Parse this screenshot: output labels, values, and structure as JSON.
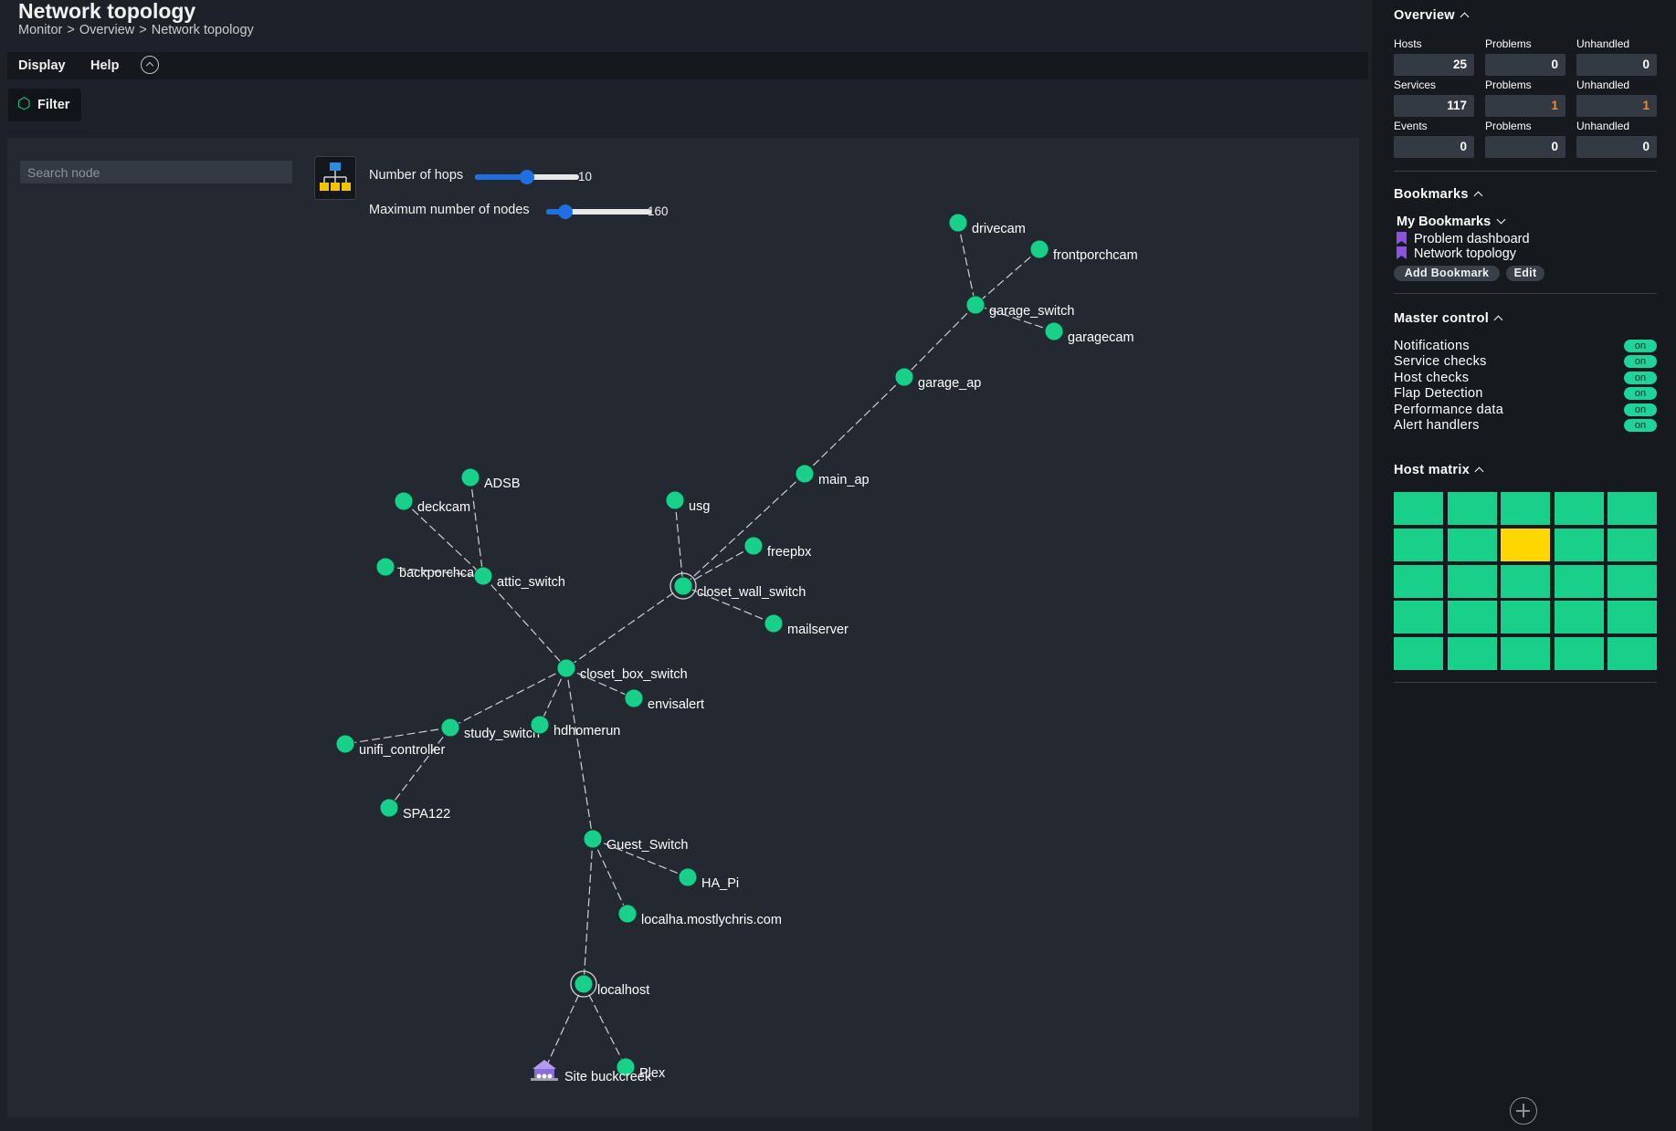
{
  "page": {
    "title": "Network topology",
    "breadcrumb": [
      "Monitor",
      "Overview",
      "Network topology"
    ],
    "breadcrumb_sep": ">"
  },
  "menubar": {
    "display_label": "Display",
    "help_label": "Help"
  },
  "filter": {
    "label": "Filter"
  },
  "topology": {
    "search_placeholder": "Search node",
    "hops_label": "Number of hops",
    "hops_value": "10",
    "hops_fraction": 0.5,
    "max_nodes_label": "Maximum number of nodes",
    "max_nodes_value": "160",
    "max_nodes_fraction": 0.18,
    "node_color": "#19d08a",
    "edge_color": "#d0d0d0",
    "nodes": [
      {
        "id": "drivecam",
        "label": "drivecam"
      },
      {
        "id": "frontporchcam",
        "label": "frontporchcam"
      },
      {
        "id": "garage_switch",
        "label": "garage_switch"
      },
      {
        "id": "garagecam",
        "label": "garagecam"
      },
      {
        "id": "garage_ap",
        "label": "garage_ap"
      },
      {
        "id": "main_ap",
        "label": "main_ap"
      },
      {
        "id": "ADSB",
        "label": "ADSB"
      },
      {
        "id": "deckcam",
        "label": "deckcam"
      },
      {
        "id": "usg",
        "label": "usg"
      },
      {
        "id": "freepbx",
        "label": "freepbx"
      },
      {
        "id": "backporchcam",
        "label": "backporchcam"
      },
      {
        "id": "attic_switch",
        "label": "attic_switch"
      },
      {
        "id": "closet_wall_switch",
        "label": "closet_wall_switch",
        "ring": true
      },
      {
        "id": "mailserver",
        "label": "mailserver"
      },
      {
        "id": "closet_box_switch",
        "label": "closet_box_switch"
      },
      {
        "id": "envisalert",
        "label": "envisalert"
      },
      {
        "id": "study_switch",
        "label": "study_switch"
      },
      {
        "id": "hdhomerun",
        "label": "hdhomerun"
      },
      {
        "id": "unifi_controller",
        "label": "unifi_controller"
      },
      {
        "id": "SPA122",
        "label": "SPA122"
      },
      {
        "id": "Guest_Switch",
        "label": "Guest_Switch"
      },
      {
        "id": "HA_Pi",
        "label": "HA_Pi"
      },
      {
        "id": "localha",
        "label": "localha.mostlychris.com"
      },
      {
        "id": "localhost",
        "label": "localhost",
        "ring": true
      },
      {
        "id": "Plex",
        "label": "Plex"
      },
      {
        "id": "site",
        "label": "Site buckcreek",
        "type": "site-icon"
      }
    ],
    "edges": [
      [
        "drivecam",
        "garage_switch"
      ],
      [
        "frontporchcam",
        "garage_switch"
      ],
      [
        "garagecam",
        "garage_switch"
      ],
      [
        "garage_switch",
        "garage_ap"
      ],
      [
        "garage_ap",
        "main_ap"
      ],
      [
        "main_ap",
        "closet_wall_switch"
      ],
      [
        "usg",
        "closet_wall_switch"
      ],
      [
        "freepbx",
        "closet_wall_switch"
      ],
      [
        "mailserver",
        "closet_wall_switch"
      ],
      [
        "closet_wall_switch",
        "closet_box_switch"
      ],
      [
        "ADSB",
        "attic_switch"
      ],
      [
        "deckcam",
        "attic_switch"
      ],
      [
        "backporchcam",
        "attic_switch"
      ],
      [
        "attic_switch",
        "closet_box_switch"
      ],
      [
        "closet_box_switch",
        "envisalert"
      ],
      [
        "closet_box_switch",
        "study_switch"
      ],
      [
        "closet_box_switch",
        "hdhomerun"
      ],
      [
        "study_switch",
        "unifi_controller"
      ],
      [
        "study_switch",
        "SPA122"
      ],
      [
        "closet_box_switch",
        "Guest_Switch"
      ],
      [
        "Guest_Switch",
        "HA_Pi"
      ],
      [
        "Guest_Switch",
        "localha"
      ],
      [
        "Guest_Switch",
        "localhost"
      ],
      [
        "localhost",
        "Plex"
      ],
      [
        "localhost",
        "site"
      ]
    ]
  },
  "sidebar": {
    "overview_title": "Overview",
    "overview": {
      "hosts_label": "Hosts",
      "hosts": "25",
      "host_problems_label": "Problems",
      "host_problems": "0",
      "host_unhandled_label": "Unhandled",
      "host_unhandled": "0",
      "services_label": "Services",
      "services": "117",
      "svc_problems_label": "Problems",
      "svc_problems": "1",
      "svc_unhandled_label": "Unhandled",
      "svc_unhandled": "1",
      "events_label": "Events",
      "events": "0",
      "evt_problems_label": "Problems",
      "evt_problems": "0",
      "evt_unhandled_label": "Unhandled",
      "evt_unhandled": "0"
    },
    "bookmarks_title": "Bookmarks",
    "my_bookmarks": "My Bookmarks",
    "bookmarks": [
      "Problem dashboard",
      "Network topology"
    ],
    "add_bookmark": "Add Bookmark",
    "edit": "Edit",
    "master_title": "Master control",
    "master": [
      {
        "label": "Notifications",
        "state": "on"
      },
      {
        "label": "Service checks",
        "state": "on"
      },
      {
        "label": "Host checks",
        "state": "on"
      },
      {
        "label": "Flap Detection",
        "state": "on"
      },
      {
        "label": "Performance data",
        "state": "on"
      },
      {
        "label": "Alert handlers",
        "state": "on"
      }
    ],
    "hostmatrix_title": "Host matrix",
    "hostmatrix_ok_color": "#19d08a",
    "hostmatrix_warn_color": "#ffd600",
    "hostmatrix": [
      [
        "ok",
        "ok",
        "ok",
        "ok",
        "ok"
      ],
      [
        "ok",
        "ok",
        "warn",
        "ok",
        "ok"
      ],
      [
        "ok",
        "ok",
        "ok",
        "ok",
        "ok"
      ],
      [
        "ok",
        "ok",
        "ok",
        "ok",
        "ok"
      ],
      [
        "ok",
        "ok",
        "ok",
        "ok",
        "ok"
      ]
    ]
  }
}
